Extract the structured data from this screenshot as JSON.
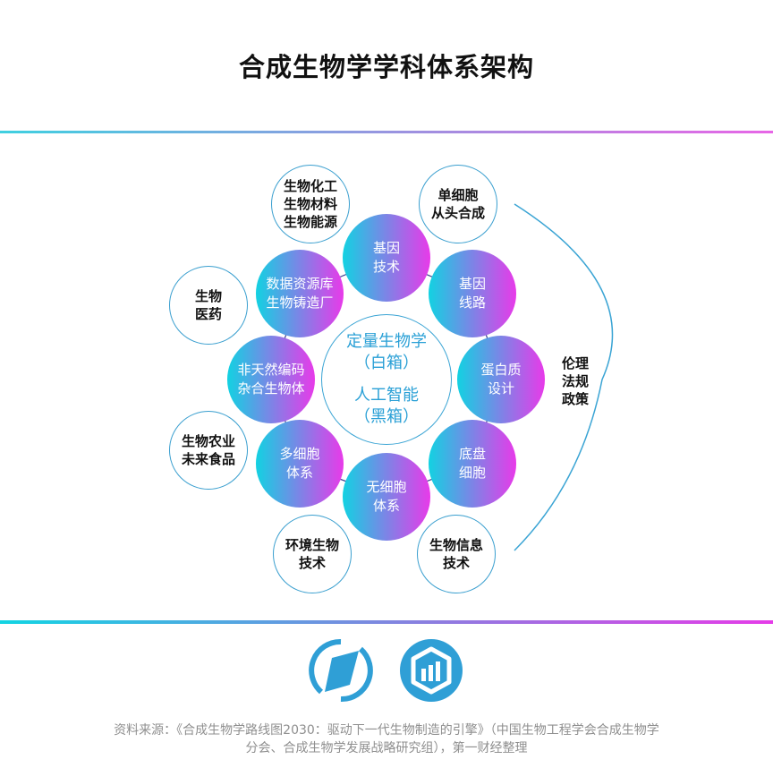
{
  "title": "合成生物学学科体系架构",
  "colors": {
    "gradient_start": "#12d2e2",
    "gradient_mid": "#7d84e6",
    "gradient_end": "#e83ae9",
    "outline_blue": "#3a9fcf",
    "center_text": "#2aa0d6",
    "logo_blue": "#2f9fd6",
    "source_text": "#8f8f8f"
  },
  "center": {
    "line1": "定量生物学",
    "line2": "（白箱）",
    "line3": "人工智能",
    "line4": "（黑箱）"
  },
  "ring_nodes": [
    {
      "label": "基因\n技术"
    },
    {
      "label": "基因\n线路"
    },
    {
      "label": "蛋白质\n设计"
    },
    {
      "label": "底盘\n细胞"
    },
    {
      "label": "无细胞\n体系"
    },
    {
      "label": "多细胞\n体系"
    },
    {
      "label": "非天然编码\n杂合生物体"
    },
    {
      "label": "数据资源库\n生物铸造厂"
    }
  ],
  "application_nodes": [
    {
      "label": "生物化工\n生物材料\n生物能源"
    },
    {
      "label": "单细胞\n从头合成"
    },
    {
      "label": "生物\n医药"
    },
    {
      "label": "生物农业\n未来食品"
    },
    {
      "label": "环境生物\n技术"
    },
    {
      "label": "生物信息\n技术"
    }
  ],
  "policy_label": "伦理\n法规\n政策",
  "logos": [
    {
      "name": "compass-logo"
    },
    {
      "name": "data-chart-logo"
    }
  ],
  "source": "资料来源：《合成生物学路线图2030：驱动下一代生物制造的引擎》（中国生物工程学会合成生物学\n分会、合成生物学发展战略研究组），第一财经整理"
}
